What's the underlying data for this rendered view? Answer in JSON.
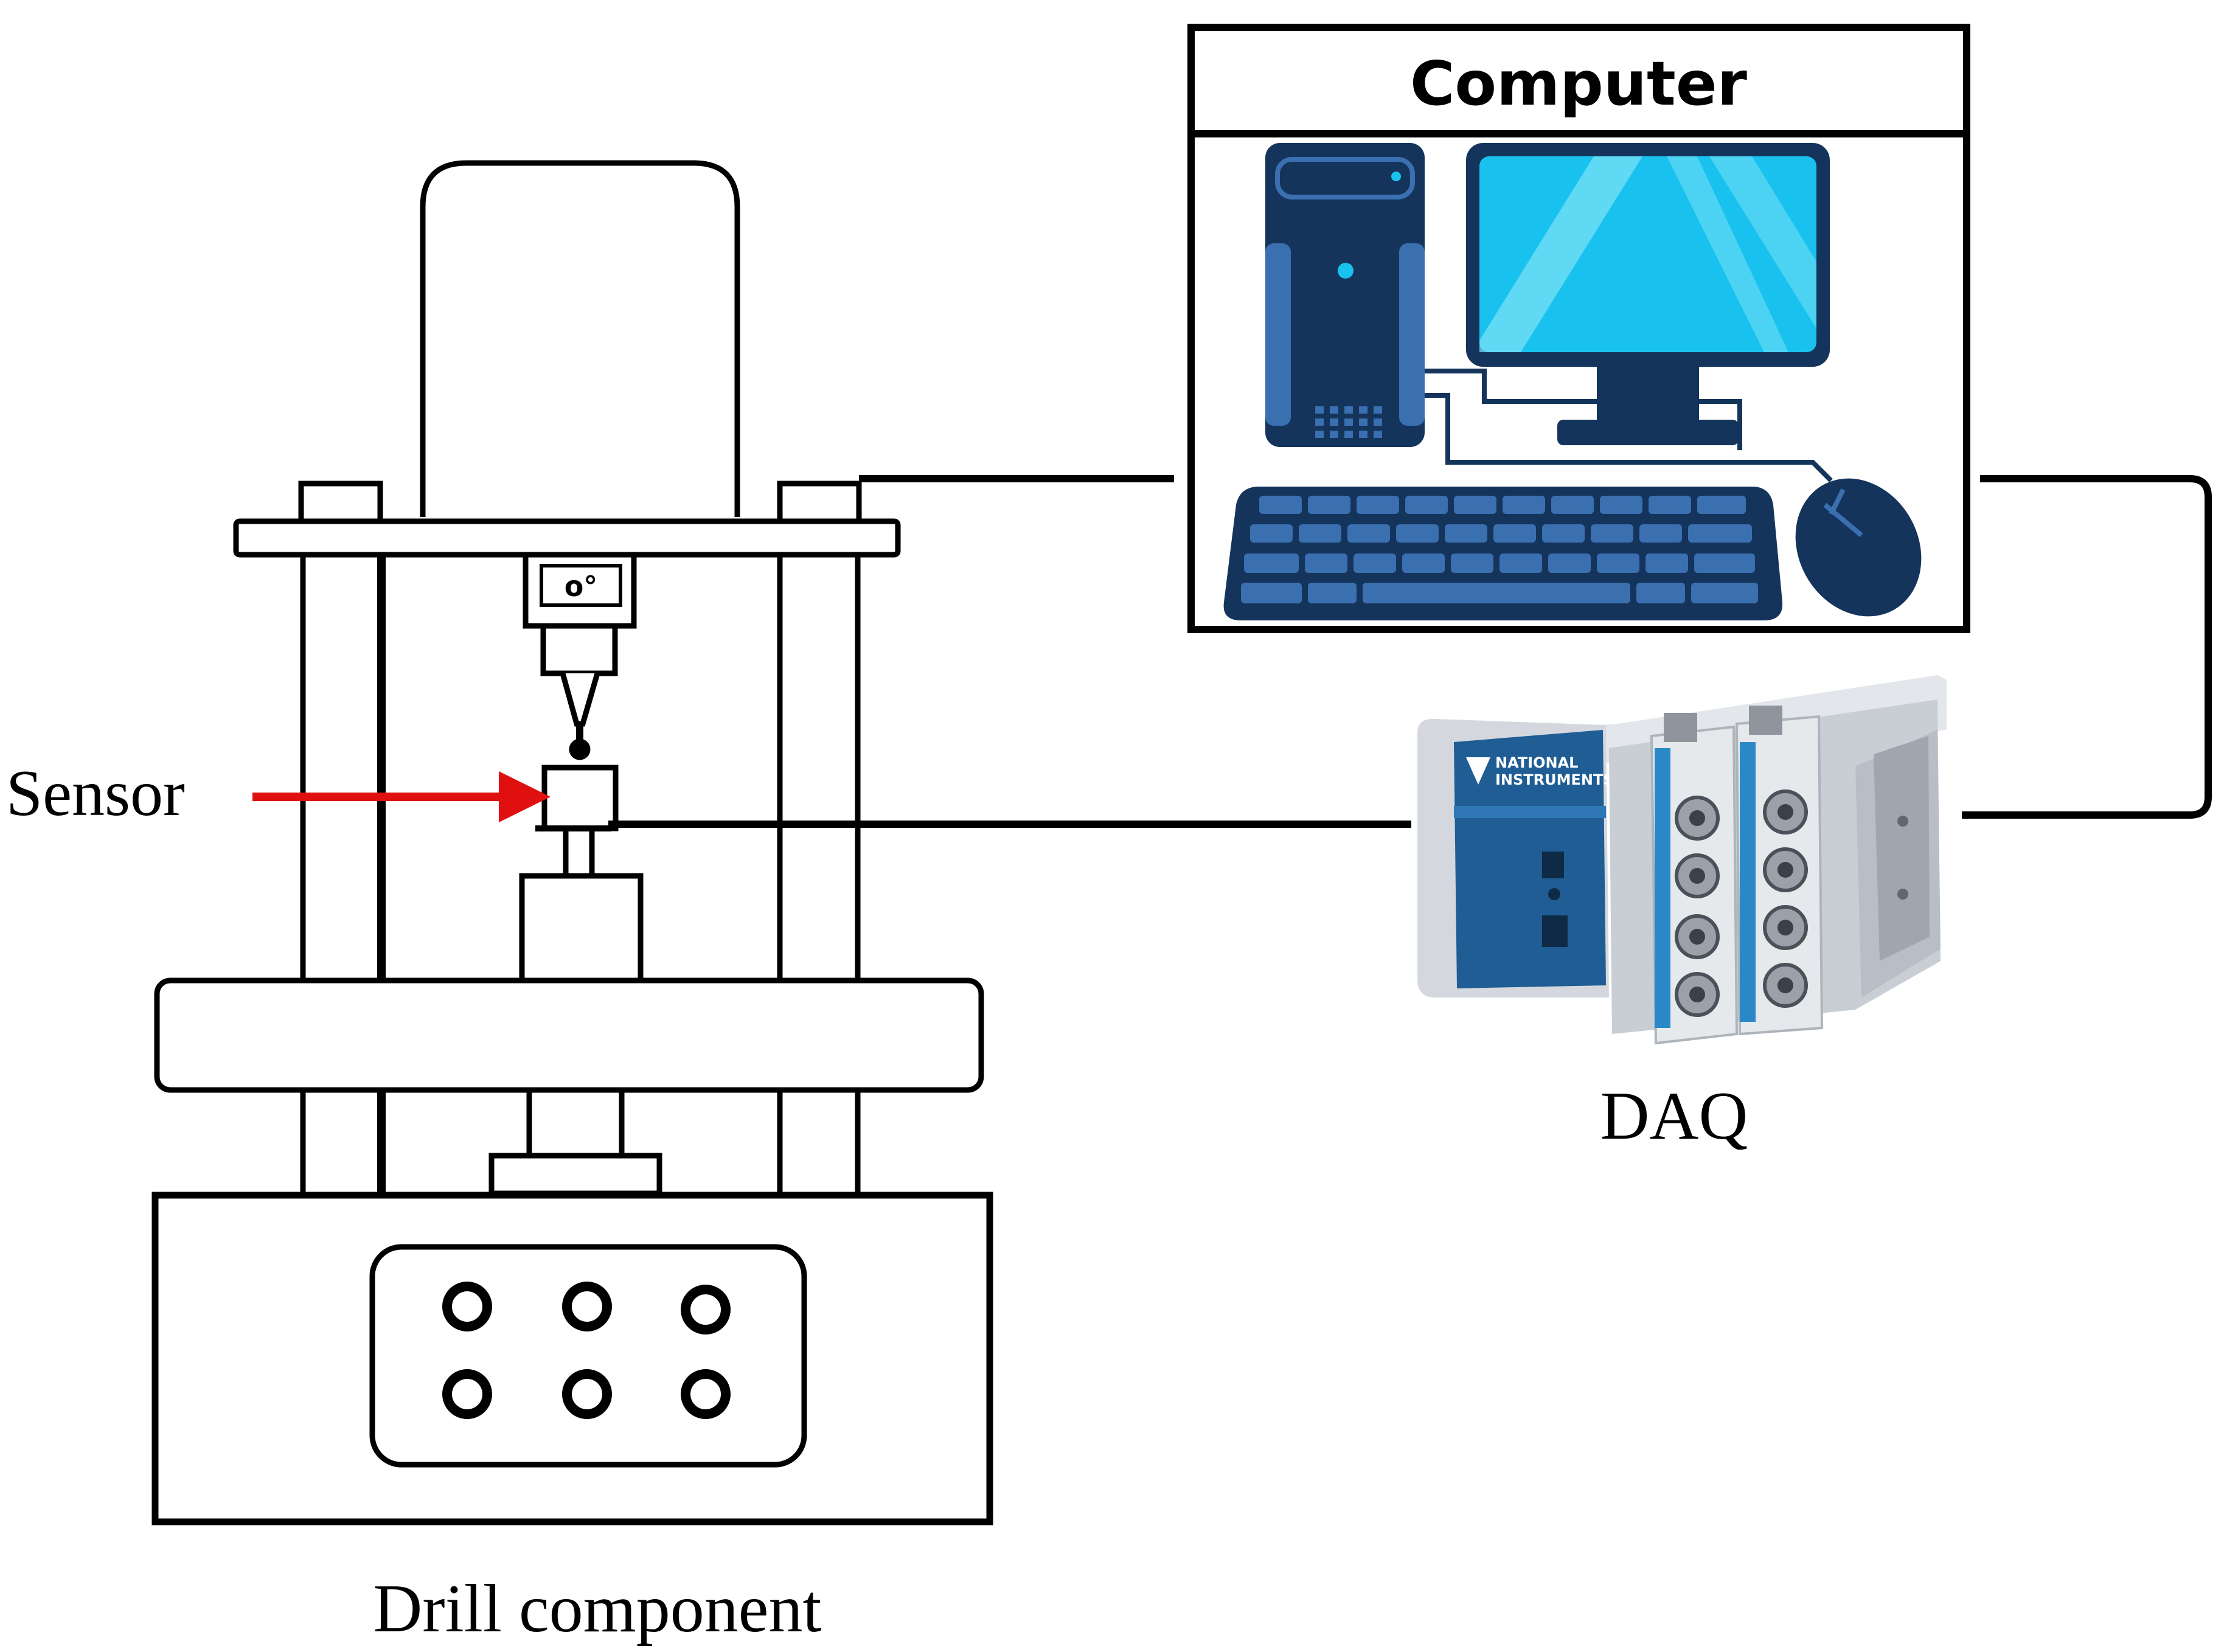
{
  "labels": {
    "computer_title": "Computer",
    "sensor": "Sensor",
    "daq": "DAQ",
    "drill": "Drill component"
  },
  "daq_brand_lines": [
    "NATIONAL",
    "INSTRUMENTS"
  ],
  "colors": {
    "line": "#000000",
    "arrow": "#e01010",
    "pc_dark": "#14345c",
    "pc_mid": "#1f4a7c",
    "pc_light": "#3a6fb0",
    "screen": "#19c2ee",
    "screen_glare": "#7fe2f8",
    "daq_body": "#d4d8de",
    "daq_panel": "#1f5d94",
    "bnc_metal": "#9aa1a8"
  },
  "icons": {
    "computer": "desktop-computer-icon",
    "daq": "daq-chassis-icon"
  }
}
